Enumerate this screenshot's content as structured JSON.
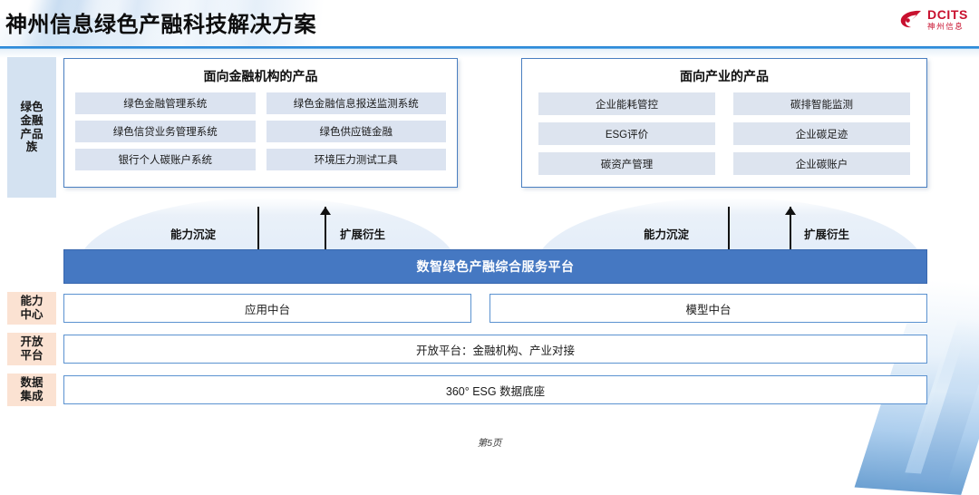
{
  "header": {
    "title": "神州信息绿色产融科技解决方案",
    "logo": {
      "name": "DCITS",
      "sub": "神州信息",
      "color": "#c8102e"
    }
  },
  "sidebar": {
    "items": [
      {
        "id": "products",
        "label": "绿色\n金融\n产品\n族",
        "label_flat": "绿色金融产品族",
        "color": "#d4e2f1"
      },
      {
        "id": "ability",
        "label": "能力\n中心",
        "label_flat": "能力中心",
        "color": "#fbe2d2"
      },
      {
        "id": "open",
        "label": "开放\n平台",
        "label_flat": "开放平台",
        "color": "#fbe2d2"
      },
      {
        "id": "data",
        "label": "数据\n集成",
        "label_flat": "数据集成",
        "color": "#fbe2d2"
      }
    ]
  },
  "panels": [
    {
      "id": "financial",
      "title": "面向金融机构的产品",
      "items": [
        "绿色金融管理系统",
        "绿色金融信息报送监测系统",
        "绿色信贷业务管理系统",
        "绿色供应链金融",
        "银行个人碳账户系统",
        "环境压力测试工具"
      ]
    },
    {
      "id": "industry",
      "title": "面向产业的产品",
      "items": [
        "企业能耗管控",
        "碳排智能监测",
        "ESG评价",
        "企业碳足迹",
        "碳资产管理",
        "企业碳账户"
      ]
    }
  ],
  "flow": {
    "down_label": "能力沉淀",
    "up_label": "扩展衍生"
  },
  "platform": {
    "label": "数智绿色产融综合服务平台",
    "color": "#4578c2"
  },
  "layers": {
    "ability": [
      {
        "id": "app",
        "label": "应用中台"
      },
      {
        "id": "model",
        "label": "模型中台"
      }
    ],
    "open": {
      "label": "开放平台：金融机构、产业对接"
    },
    "data": {
      "label": "360° ESG 数据底座"
    }
  },
  "footer": {
    "page": "第5页"
  }
}
